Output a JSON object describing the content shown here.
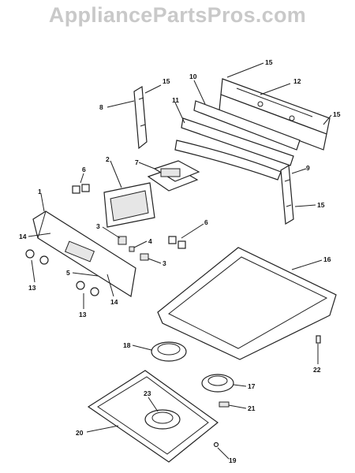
{
  "watermark": "AppliancePartsPros.com",
  "labels": [
    "1",
    "2",
    "3",
    "3",
    "4",
    "5",
    "6",
    "6",
    "7",
    "8",
    "9",
    "10",
    "11",
    "12",
    "13",
    "13",
    "14",
    "14",
    "15",
    "15",
    "15",
    "15",
    "16",
    "17",
    "18",
    "19",
    "20",
    "21",
    "22",
    "23"
  ]
}
